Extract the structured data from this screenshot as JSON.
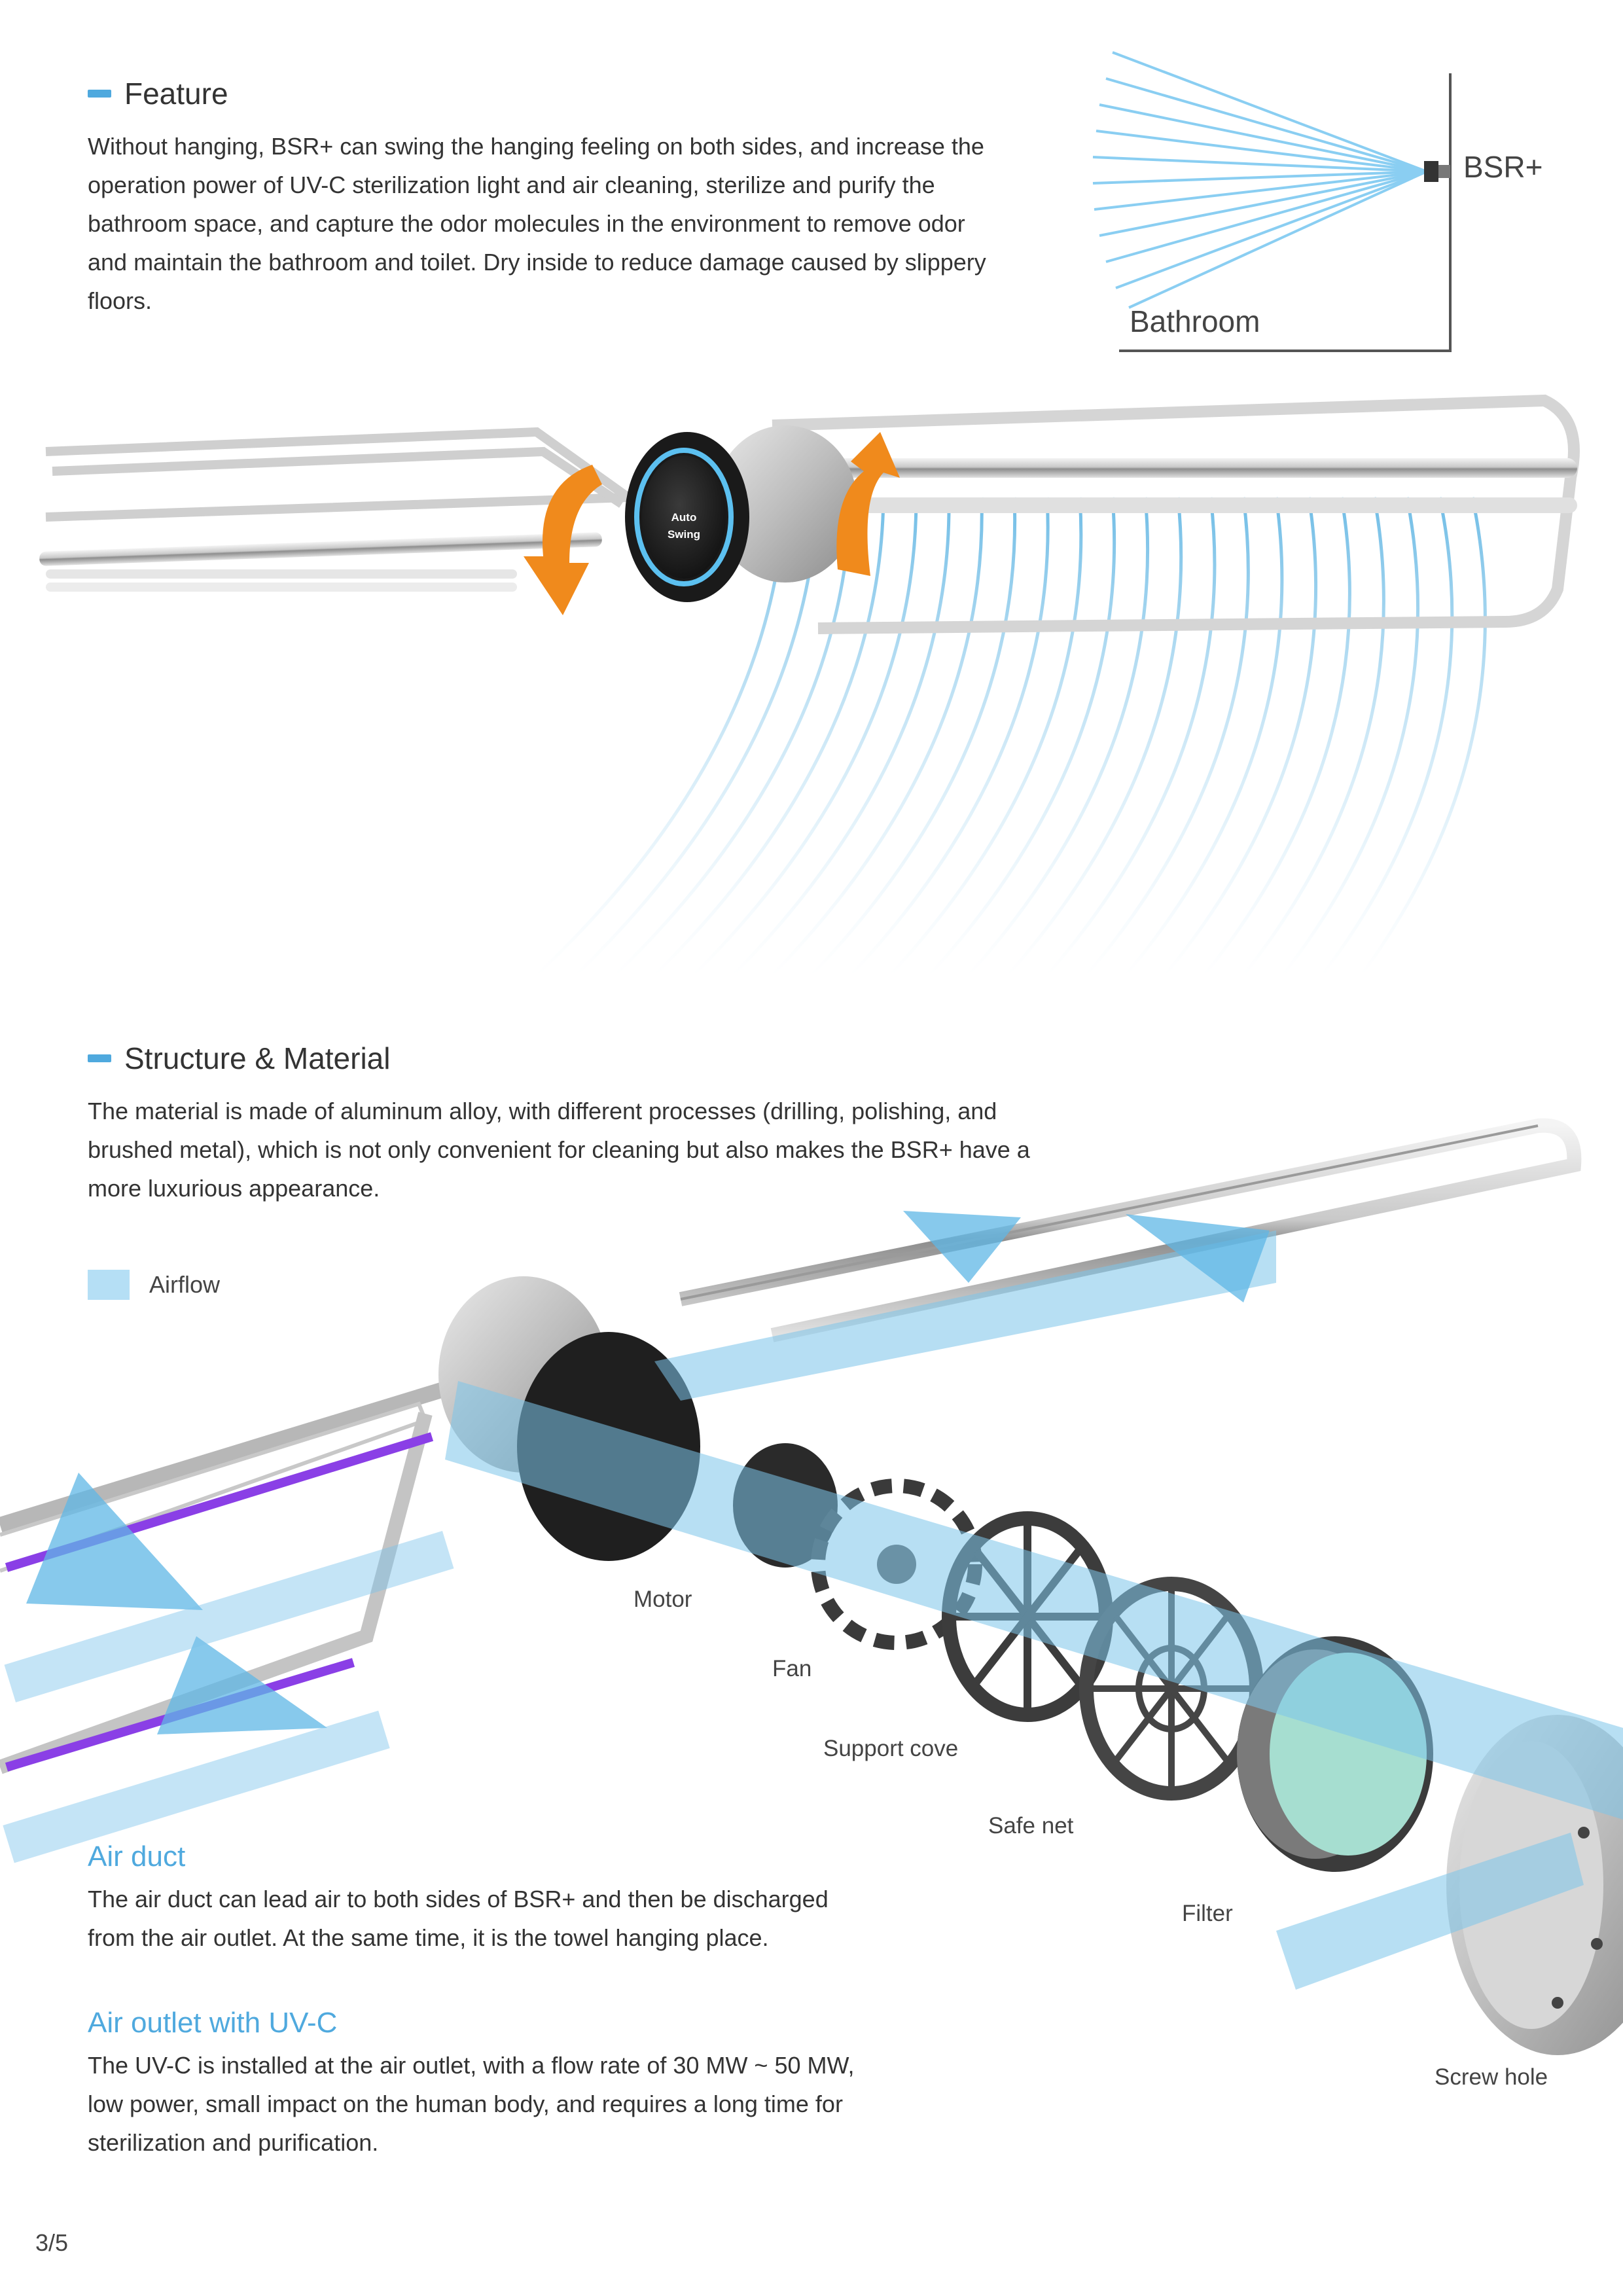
{
  "feature": {
    "heading": "Feature",
    "body": "Without hanging, BSR+ can swing the hanging feeling on both sides, and increase the operation power of UV-C sterilization light and air cleaning, sterilize and purify the bathroom space, and capture the odor molecules in the environment to remove odor and maintain the bathroom and toilet. Dry inside to reduce damage caused by slippery floors."
  },
  "diagram": {
    "device_label": "BSR+",
    "room_label": "Bathroom"
  },
  "product_top": {
    "button_line1": "Auto",
    "button_line2": "Swing"
  },
  "structure": {
    "heading": "Structure & Material",
    "body": "The material is made of aluminum alloy, with different processes (drilling, polishing, and brushed metal), which is not only convenient for cleaning but also makes the BSR+ have a more luxurious appearance.",
    "legend_label": "Airflow"
  },
  "parts": {
    "motor": "Motor",
    "fan": "Fan",
    "support": "Support cove",
    "safe_net": "Safe net",
    "filter": "Filter",
    "screw": "Screw hole"
  },
  "air_duct": {
    "title": "Air duct",
    "body": "The air duct can lead air to both sides of BSR+ and then be discharged from the air outlet. At the same time, it is the towel hanging place."
  },
  "air_outlet": {
    "title": "Air outlet with UV-C",
    "body": "The UV-C is installed at the air outlet, with a flow rate of 30 MW ~ 50 MW, low power, small impact on the human body, and requires a long time for sterilization and purification."
  },
  "page_number": "3/5",
  "colors": {
    "accent": "#4fa9de",
    "airflow": "#7cc4ea",
    "uv": "#a56ee0",
    "orange": "#f08a1c"
  }
}
